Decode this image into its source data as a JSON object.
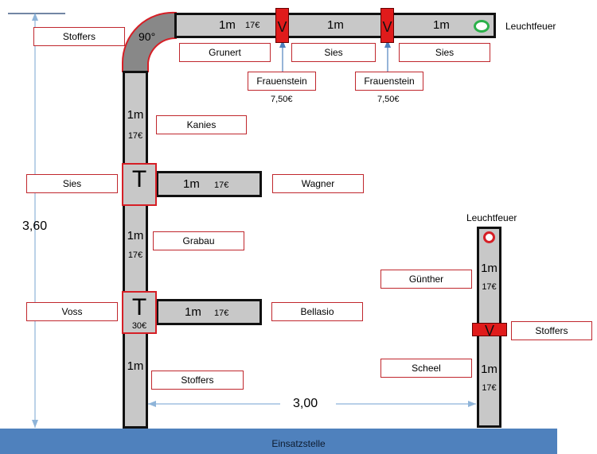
{
  "segment_length": "1m",
  "segment_price": "17€",
  "joint_price": "30€",
  "elbow_label": "90°",
  "tee_symbol": "T",
  "valve_symbol": "V",
  "beacon": "Leuchtfeuer",
  "distributor": "Frauenstein",
  "distributor_price": "7,50€",
  "height_dimension": "3,60",
  "width_dimension": "3,00",
  "ground": "Einsatzstelle",
  "labels": {
    "top_left": "Stoffers",
    "top_seg1": "Grunert",
    "top_seg2": "Sies",
    "top_seg3": "Sies",
    "left_seg2": "Kanies",
    "tee1_left": "Sies",
    "tee1_branch": "Wagner",
    "left_seg3": "Grabau",
    "tee2_left": "Voss",
    "tee2_branch": "Bellasio",
    "left_bottom": "Stoffers",
    "right_upper": "Günther",
    "right_lower": "Scheel",
    "right_valve": "Stoffers"
  },
  "colors": {
    "pipe_fill": "#c8c8c8",
    "accent_red": "#e01b1b",
    "label_border": "#c0272d",
    "ground": "#4f81bd",
    "arrow": "#8eb4d9"
  }
}
